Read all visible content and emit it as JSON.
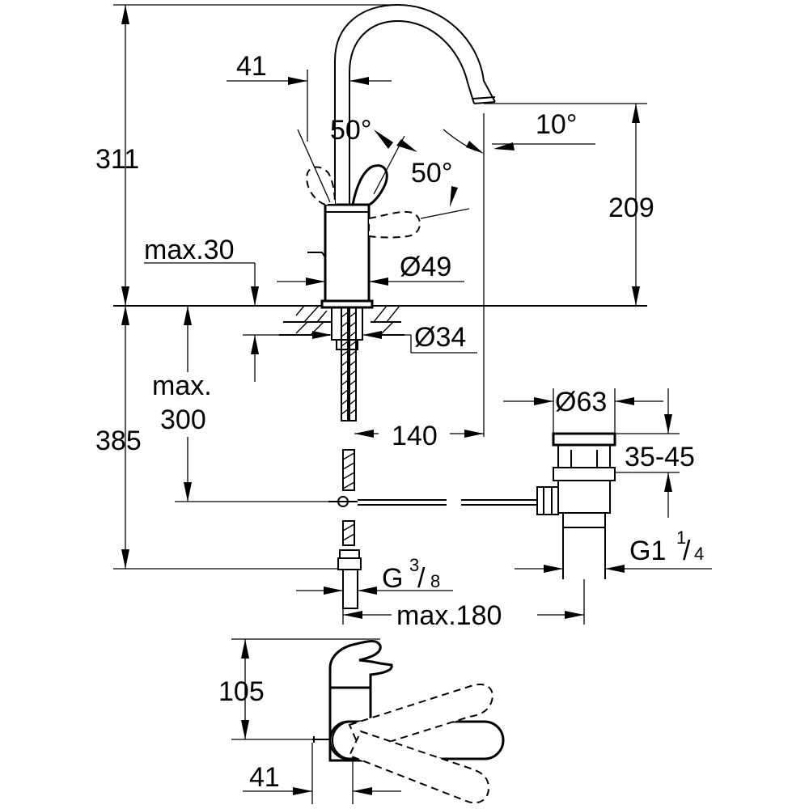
{
  "labels": {
    "height_total": "311",
    "lever_offset_top": "41",
    "angle_left": "50°",
    "angle_right": "50°",
    "spout_angle": "10°",
    "spout_height": "209",
    "deck_thickness": "max.30",
    "body_diameter": "Ø49",
    "hole_diameter": "Ø34",
    "hose_length_line1": "max.",
    "hose_length_line2": "300",
    "depth_total": "385",
    "spout_reach": "140",
    "drain_diameter": "Ø63",
    "drain_range": "35-45",
    "drain_thread_main": "G1",
    "drain_thread_num": "1",
    "drain_thread_den": "4",
    "supply_thread_main": "G",
    "supply_thread_num": "3",
    "supply_thread_den": "8",
    "drain_offset": "max.180",
    "side_height": "105",
    "side_offset": "41"
  }
}
